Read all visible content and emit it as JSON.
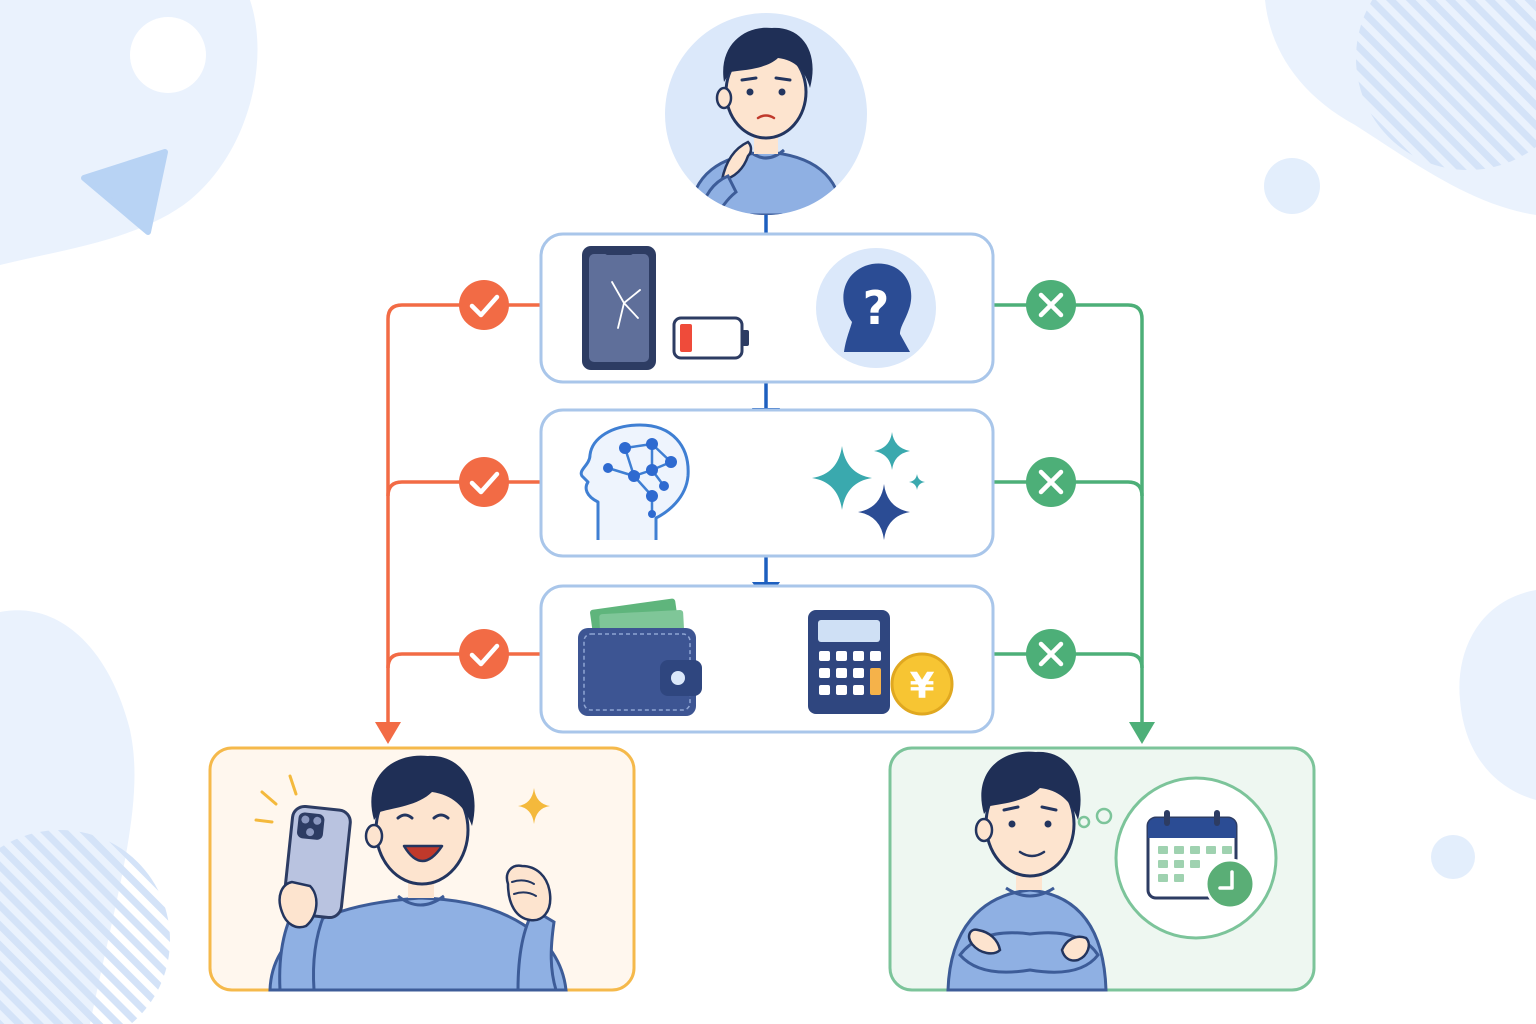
{
  "colors": {
    "bg_blob": "#eaf2fd",
    "bg_blob_dark": "#dde9fb",
    "bg_stripes": "#d4e3f8",
    "bg_triangle": "#b8d3f4",
    "ink": "#23355f",
    "hair": "#1f2f56",
    "skin": "#fde4cf",
    "shirt": "#8fb0e3",
    "shirt_line": "#3d5c98",
    "avatar_circle": "#dbe8fa",
    "panel_border": "#a9c6ea",
    "panel_bg": "#ffffff",
    "arrow_blue": "#1d5fbf",
    "yes_orange": "#f26b45",
    "no_green": "#4daf78",
    "yes_panel_border": "#f5b94b",
    "yes_panel_bg": "#fff7ee",
    "no_panel_border": "#7cc49a",
    "no_panel_bg": "#eef7f1",
    "phone_dark": "#2d3c63",
    "phone_screen": "#5f6f9a",
    "battery_red": "#ef4b3a",
    "brain_line": "#3f7fd3",
    "brain_node": "#2e6ad0",
    "sparkle_teal": "#3aa9ae",
    "sparkle_navy": "#2b4c94",
    "wallet": "#3d5593",
    "money": "#5fb57c",
    "calc_body": "#2f467f",
    "calc_screen": "#cfe0f5",
    "calc_orange": "#f5b24a",
    "coin": "#f7c533",
    "star_yellow": "#f4b93c",
    "calendar_green": "#5aae76"
  },
  "icons": {
    "start": "thinking-person-avatar",
    "q1": [
      "cracked-phone-icon",
      "low-battery-icon",
      "question-head-icon"
    ],
    "q2": [
      "ai-brain-icon",
      "sparkles-icon"
    ],
    "q3": [
      "wallet-icon",
      "calculator-icon",
      "yen-coin-icon"
    ],
    "yes_outcome": "happy-person-with-phone",
    "no_outcome": "calm-person-with-calendar",
    "yes_badge": "check-icon",
    "no_badge": "cross-icon"
  },
  "coin_label": "¥"
}
